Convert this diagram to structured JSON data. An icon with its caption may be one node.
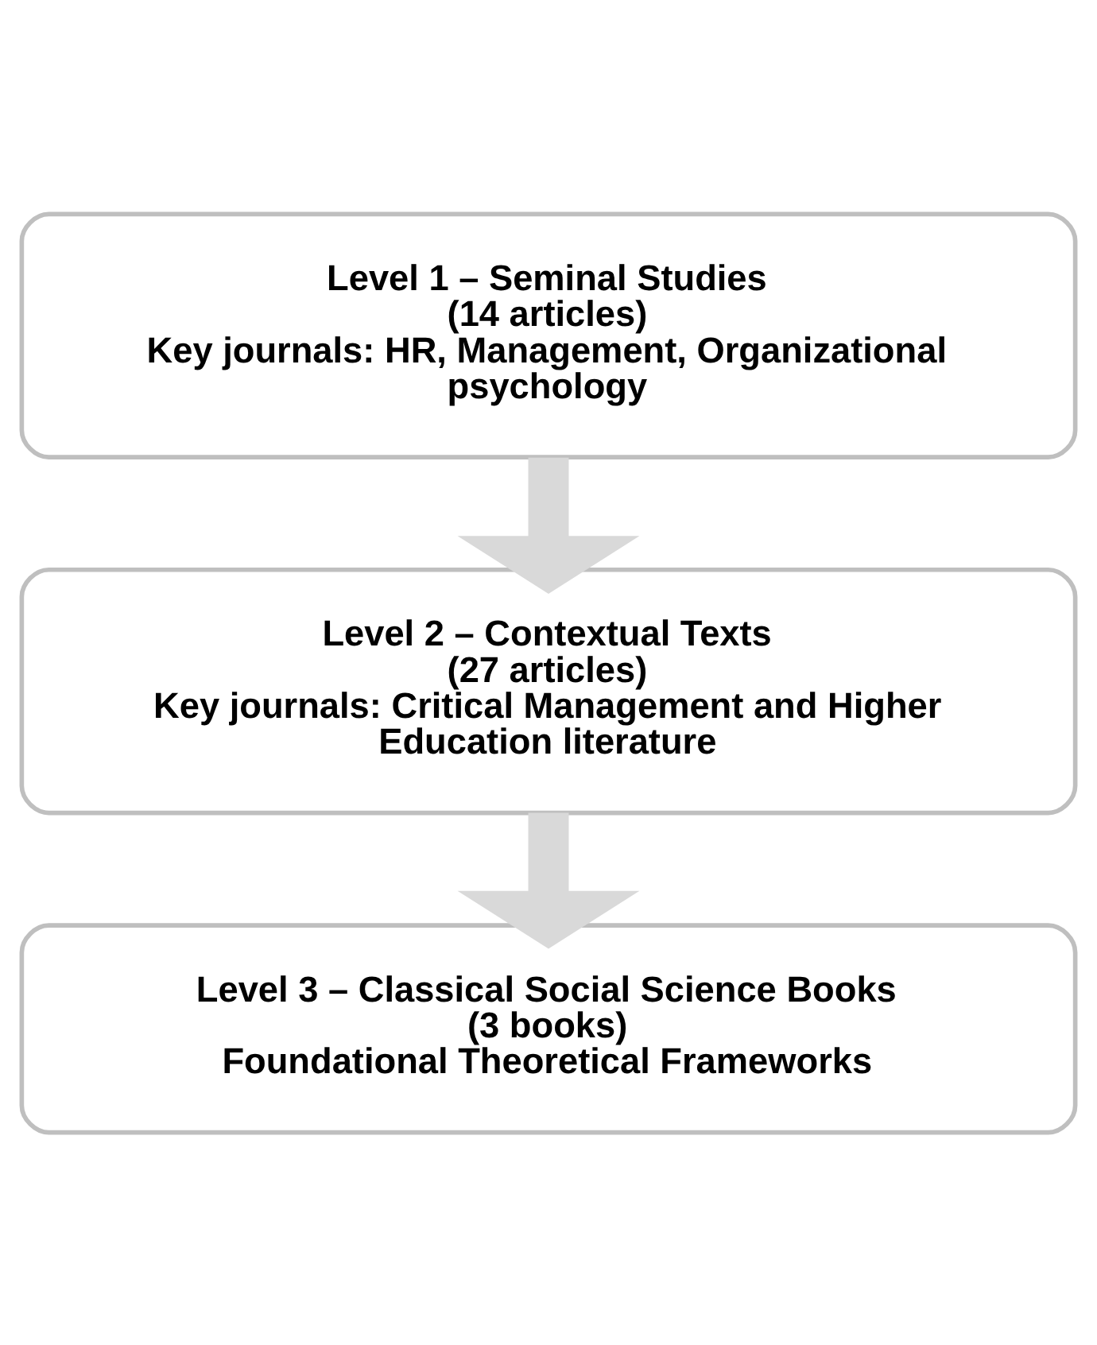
{
  "diagram": {
    "nodes": [
      {
        "text": [
          "Level 1 – Seminal Studies",
          "(14 articles)",
          "Key journals: HR, Management, Organizational psychology"
        ]
      },
      {
        "text": [
          "Level 2 – Contextual Texts",
          "(27 articles)",
          "Key journals: Critical Management and Higher Education literature"
        ]
      },
      {
        "text": [
          "Level 3 – Classical Social Science Books",
          "(3 books)",
          "Foundational Theoretical Frameworks"
        ]
      }
    ],
    "edges": [
      {
        "from": 0,
        "to": 1,
        "arrow": "to"
      },
      {
        "from": 1,
        "to": 2,
        "arrow": "to"
      }
    ]
  }
}
